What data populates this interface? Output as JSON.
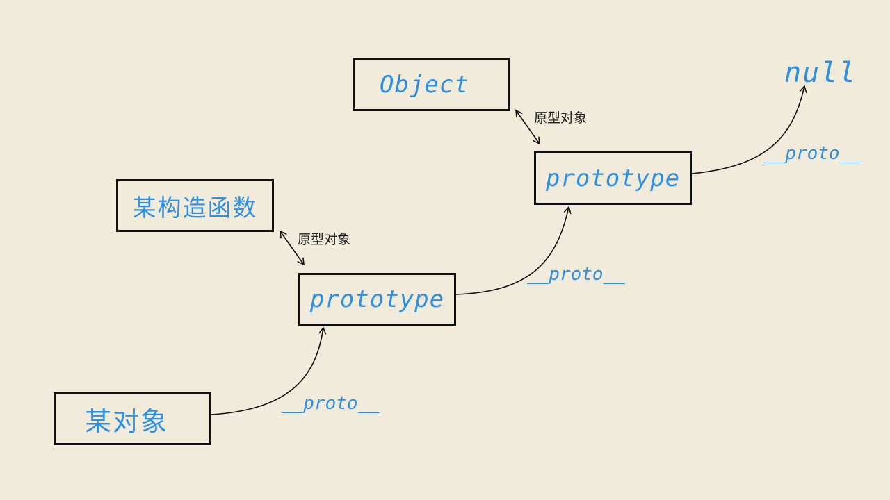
{
  "nodes": {
    "object": "Object",
    "constructor": "某构造函数",
    "prototype_upper": "prototype",
    "prototype_lower": "prototype",
    "instance": "某对象",
    "null": "null"
  },
  "edges": {
    "proto_instance_to_prototype": "__proto__",
    "proto_prototype_to_prototype": "__proto__",
    "proto_prototype_to_null": "__proto__",
    "constructor_prototype_link": "原型对象",
    "object_prototype_link": "原型对象"
  },
  "colors": {
    "background": "#f1ebdc",
    "text_accent": "#2f8fe0",
    "stroke": "#111111"
  }
}
